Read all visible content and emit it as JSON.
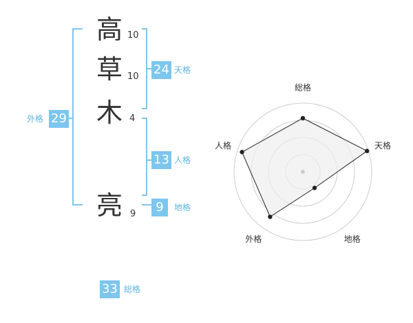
{
  "colors": {
    "accent": "#7dc6ee",
    "label": "#61b5e0",
    "text": "#333333",
    "radar_fill": "#eeeeee",
    "radar_ring": "#cccccc",
    "radar_line": "#222222",
    "center_dot": "#cccccc"
  },
  "name": {
    "characters": [
      {
        "char": "高",
        "strokes": "10"
      },
      {
        "char": "草",
        "strokes": "10"
      },
      {
        "char": "木",
        "strokes": "4"
      },
      {
        "char": "亮",
        "strokes": "9"
      }
    ]
  },
  "fortunes": {
    "tenkaku": {
      "value": "24",
      "label": "天格"
    },
    "jinkaku": {
      "value": "13",
      "label": "人格"
    },
    "chikaku": {
      "value": "9",
      "label": "地格"
    },
    "gaikaku": {
      "value": "29",
      "label": "外格"
    },
    "soukaku": {
      "value": "33",
      "label": "総格"
    }
  },
  "chart_data": {
    "type": "radar",
    "axes": [
      "総格",
      "天格",
      "地格",
      "外格",
      "人格"
    ],
    "values": [
      0.78,
      0.98,
      0.29,
      0.81,
      0.93
    ],
    "rings": 4,
    "range": [
      0,
      1
    ]
  }
}
